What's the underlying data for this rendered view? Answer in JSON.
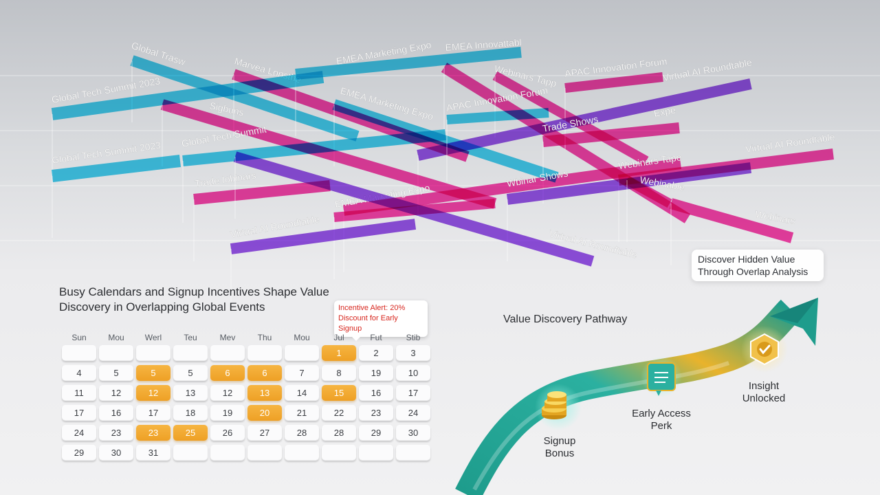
{
  "colors": {
    "cyan": "#2fc9ec",
    "magenta": "#f42c9c",
    "purple": "#8a3fe2",
    "highlight_orange": "#f2a830",
    "teal": "#1e9c8c",
    "gold": "#e9b32c",
    "alert_red": "#d7261e"
  },
  "chart_data": {
    "type": "diagram",
    "events": [
      {
        "label": "Global Trasw",
        "color": "cyan"
      },
      {
        "label": "Marvea Lonsthe",
        "color": "magenta"
      },
      {
        "label": "EMEA Marketing Expo",
        "color": "cyan"
      },
      {
        "label": "EMEA Innovattabl",
        "color": "magenta"
      },
      {
        "label": "Webinars Tapp",
        "color": "magenta"
      },
      {
        "label": "APAC Innovation Forum",
        "color": "magenta"
      },
      {
        "label": "Virtual AI Roundtable",
        "color": "purple"
      },
      {
        "label": "Global Tech Summit 2023",
        "color": "cyan"
      },
      {
        "label": "EMEA Marketing Expo",
        "color": "cyan"
      },
      {
        "label": "Sigbuns",
        "color": "magenta"
      },
      {
        "label": "APAC Innovation Forum",
        "color": "cyan"
      },
      {
        "label": "Trade Shows",
        "color": "magenta"
      },
      {
        "label": "Expe",
        "color": "magenta"
      },
      {
        "label": "Global Tech Summit 2023",
        "color": "cyan"
      },
      {
        "label": "Global Tech Summit",
        "color": "cyan"
      },
      {
        "label": "Virtual AI Roundtable",
        "color": "magenta"
      },
      {
        "label": "Webinars Tape",
        "color": "magenta"
      },
      {
        "label": "Trade Iobinars",
        "color": "magenta"
      },
      {
        "label": "Wbinar Shows",
        "color": "purple"
      },
      {
        "label": "Webinable",
        "color": "magenta"
      },
      {
        "label": "EMEA Marketing Expo",
        "color": "magenta"
      },
      {
        "label": "Webinars",
        "color": "magenta"
      },
      {
        "label": "Virtual AI Roundtable",
        "color": "purple"
      },
      {
        "label": "Virtual AI Roundtable",
        "color": "purple"
      }
    ]
  },
  "calendar": {
    "title": "Busy Calendars and Signup Incentives Shape Value Discovery in Overlapping Global Events",
    "alert": "Incentive Alert: 20% Discount for Early Signup",
    "weekdays": [
      "Sun",
      "Mou",
      "Werl",
      "Teu",
      "Mev",
      "Thu",
      "Mou",
      "Jul",
      "Fut",
      "Stib"
    ],
    "rows": [
      [
        {
          "d": ""
        },
        {
          "d": ""
        },
        {
          "d": ""
        },
        {
          "d": ""
        },
        {
          "d": ""
        },
        {
          "d": ""
        },
        {
          "d": ""
        },
        {
          "d": "1",
          "hl": true
        },
        {
          "d": "2"
        },
        {
          "d": "3"
        }
      ],
      [
        {
          "d": "4"
        },
        {
          "d": "5"
        },
        {
          "d": "5",
          "hl": true
        },
        {
          "d": "5"
        },
        {
          "d": "6",
          "hl": true
        },
        {
          "d": "6",
          "hl": true
        },
        {
          "d": "7"
        },
        {
          "d": "8"
        },
        {
          "d": "19"
        },
        {
          "d": "10"
        }
      ],
      [
        {
          "d": "11"
        },
        {
          "d": "12"
        },
        {
          "d": "12",
          "hl": true
        },
        {
          "d": "13"
        },
        {
          "d": "12"
        },
        {
          "d": "13",
          "hl": true
        },
        {
          "d": "14"
        },
        {
          "d": "15",
          "hl": true
        },
        {
          "d": "16"
        },
        {
          "d": "17"
        }
      ],
      [
        {
          "d": "17"
        },
        {
          "d": "16"
        },
        {
          "d": "17"
        },
        {
          "d": "18"
        },
        {
          "d": "19"
        },
        {
          "d": "20",
          "hl": true
        },
        {
          "d": "21"
        },
        {
          "d": "22"
        },
        {
          "d": "23"
        },
        {
          "d": "24"
        }
      ],
      [
        {
          "d": "24"
        },
        {
          "d": "23"
        },
        {
          "d": "23",
          "hl": true
        },
        {
          "d": "25",
          "hl": true
        },
        {
          "d": "26"
        },
        {
          "d": "27"
        },
        {
          "d": "28"
        },
        {
          "d": "28"
        },
        {
          "d": "29"
        },
        {
          "d": "30"
        }
      ],
      [
        {
          "d": "29"
        },
        {
          "d": "30"
        },
        {
          "d": "31"
        },
        {
          "d": ""
        },
        {
          "d": ""
        },
        {
          "d": ""
        },
        {
          "d": ""
        },
        {
          "d": ""
        },
        {
          "d": ""
        },
        {
          "d": ""
        }
      ]
    ]
  },
  "callout": {
    "text": "Discover Hidden Value Through Overlap Analysis"
  },
  "pathway": {
    "title": "Value Discovery Pathway",
    "milestones": [
      {
        "label_1": "Signup",
        "label_2": "Bonus",
        "icon": "coin-stack-icon"
      },
      {
        "label_1": "Early Access",
        "label_2": "Perk",
        "icon": "document-icon"
      },
      {
        "label_1": "Insight",
        "label_2": "Unlocked",
        "icon": "checkmark-icon"
      }
    ]
  }
}
